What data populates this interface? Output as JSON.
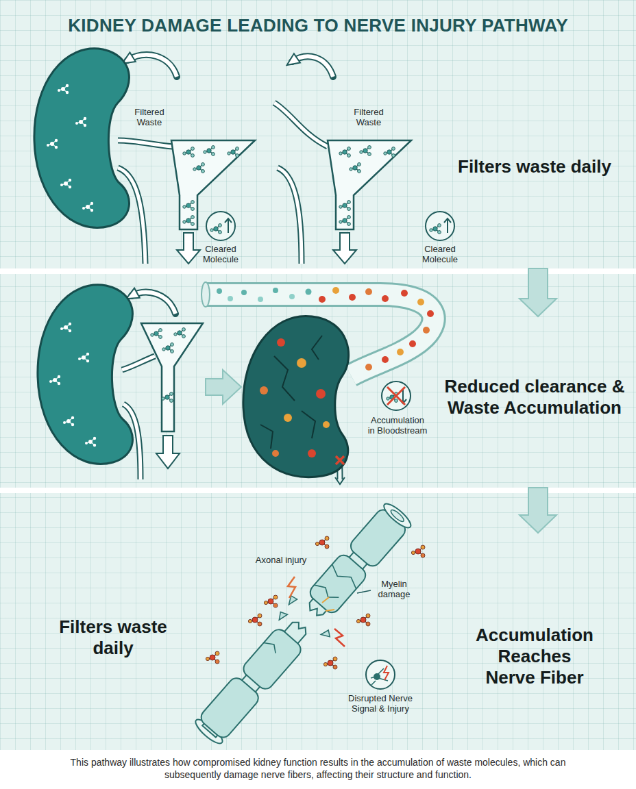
{
  "diagram": {
    "title": "KIDNEY DAMAGE LEADING TO NERVE INJURY PATHWAY",
    "caption": "This pathway illustrates how compromised kidney function results in the accumulation of waste molecules, which can subsequently damage nerve fibers, affecting their structure and function.",
    "nodes": [
      {
        "text": [
          "Filters waste daily"
        ]
      },
      {
        "text": [
          "Reduced clearance & Waste Accumulation"
        ]
      },
      {
        "text": [
          "Filters waste daily",
          "Accumulation Reaches Nerve Fiber"
        ]
      }
    ],
    "edges": [
      {
        "from": 0,
        "to": 1,
        "arrow": "to"
      },
      {
        "from": 1,
        "to": 2,
        "arrow": "to"
      }
    ],
    "labels": [
      "Filtered Waste",
      "Cleared Molecule",
      "Filtered Waste",
      "Cleared Molecule",
      "Accumulation in Bloodstream",
      "Axonal injury",
      "Myelin damage",
      "Disrupted Nerve Signal & Injury"
    ]
  }
}
